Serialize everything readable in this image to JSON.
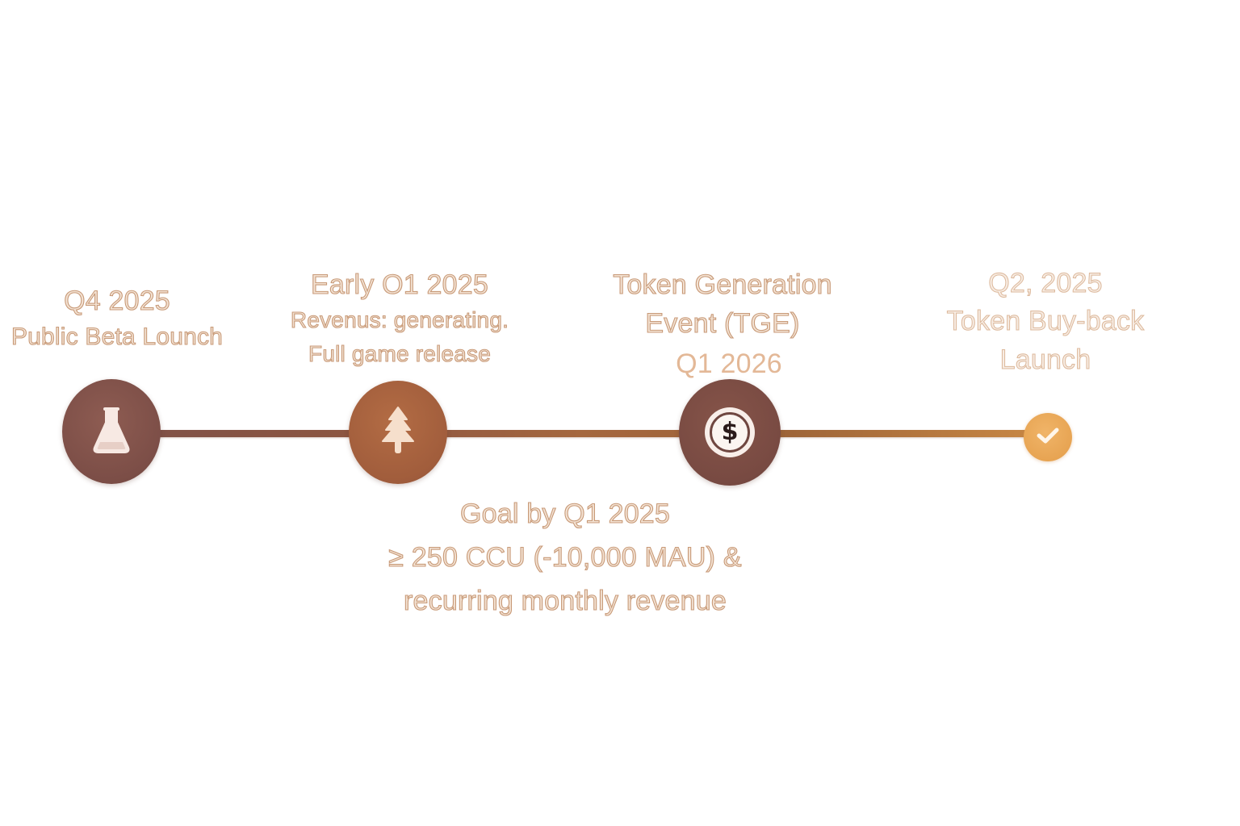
{
  "milestones": [
    {
      "id": "beta",
      "icon": "flask-icon",
      "lines": [
        "Q4 2025",
        "Public Beta Lounch"
      ]
    },
    {
      "id": "release",
      "icon": "tree-icon",
      "lines": [
        "Early O1 2025",
        "Revenus: generating.",
        "Full game release"
      ]
    },
    {
      "id": "tge",
      "icon": "dollar-coin-icon",
      "lines": [
        "Token Generation",
        "Event (TGE)",
        "Q1  2026"
      ]
    },
    {
      "id": "buyback",
      "icon": "check-icon",
      "lines": [
        "Q2, 2025",
        "Token Buy-back",
        "Launch"
      ]
    }
  ],
  "goal": {
    "lines": [
      "Goal by Q1 2025",
      "≥ 250 CCU (-10,000 MAU) &",
      "recurring monthly revenue"
    ]
  },
  "coin_symbol": "$",
  "colors": {
    "track_start": "#7e5048",
    "track_end": "#c98845",
    "node_beta": "#7c4e47",
    "node_release": "#a15d3c",
    "node_tge": "#784a42",
    "node_buyback": "#e6a250",
    "label_fill": "#f3e2d3",
    "label_outline": "#c89a78"
  }
}
